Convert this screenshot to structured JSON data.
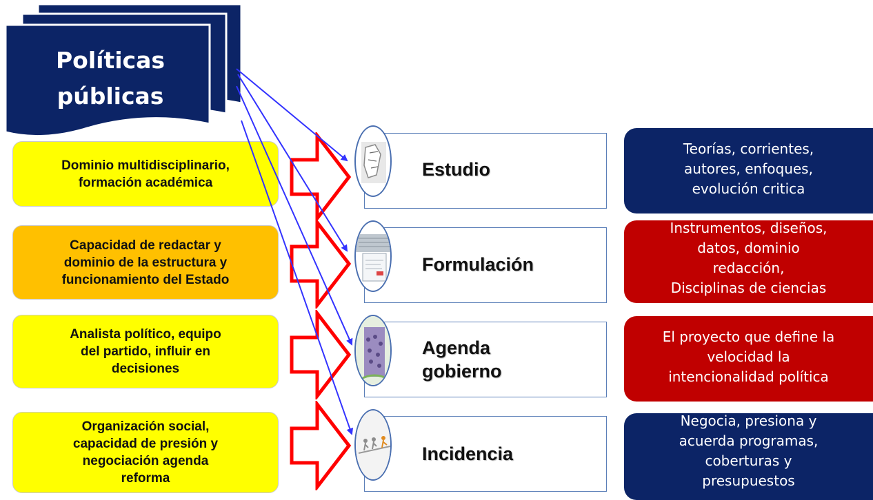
{
  "title": {
    "line1": "Políticas",
    "line2": "públicas"
  },
  "colors": {
    "navy": "#0c2466",
    "red_box": "#c00000",
    "yellow": "#ffff00",
    "orange": "#ffc000",
    "arrow_red": "#ff0000",
    "connector_blue": "#3333ff"
  },
  "rows": [
    {
      "requirement": [
        "Dominio multidisciplinario,",
        "formación académica"
      ],
      "requirement_color": "yellow",
      "stage": [
        "Estudio"
      ],
      "stage_icon": "sketch-figure-icon",
      "detail": [
        "Teorías, corrientes,",
        "autores, enfoques,",
        "evolución critica"
      ],
      "detail_color": "navy"
    },
    {
      "requirement": [
        "Capacidad de redactar y",
        "dominio de la estructura y",
        "funcionamiento del Estado"
      ],
      "requirement_color": "orange",
      "stage": [
        "Formulación"
      ],
      "stage_icon": "keyboard-notebook-icon",
      "detail": [
        "Instrumentos, diseños,",
        "datos, dominio",
        "redacción,",
        "Disciplinas de ciencias"
      ],
      "detail_color": "red"
    },
    {
      "requirement": [
        "Analista político, equipo",
        "del partido, influir en",
        "decisiones"
      ],
      "requirement_color": "yellow",
      "stage": [
        "Agenda",
        "gobierno"
      ],
      "stage_icon": "people-group-icon",
      "detail": [
        "El proyecto que define la",
        "velocidad la",
        "intencionalidad política"
      ],
      "detail_color": "red"
    },
    {
      "requirement": [
        "Organización social,",
        "capacidad de presión y",
        "negociación agenda",
        "reforma"
      ],
      "requirement_color": "yellow",
      "stage": [
        "Incidencia"
      ],
      "stage_icon": "runners-race-icon",
      "detail": [
        "Negocia, presiona y",
        "acuerda programas,",
        "coberturas y",
        "presupuestos"
      ],
      "detail_color": "navy"
    }
  ]
}
